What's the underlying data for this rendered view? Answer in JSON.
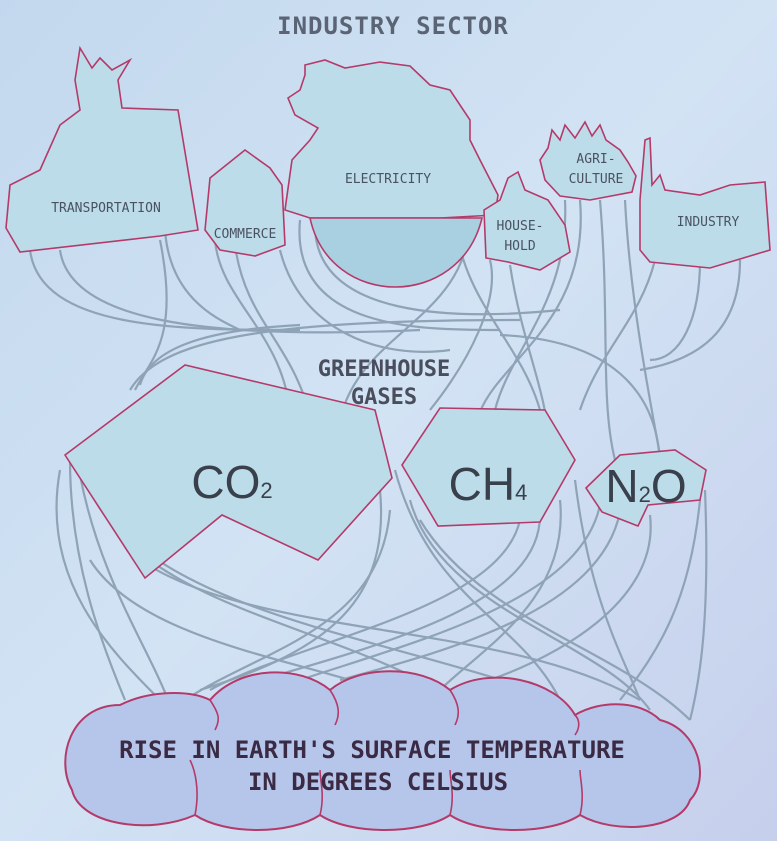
{
  "title": "INDUSTRY SECTOR",
  "sources": [
    {
      "id": "transportation",
      "label": "TRANSPORTATION"
    },
    {
      "id": "commerce",
      "label": "COMMERCE"
    },
    {
      "id": "electricity",
      "label": "ELECTRICITY"
    },
    {
      "id": "household",
      "line1": "HOUSE-",
      "line2": "HOLD"
    },
    {
      "id": "agriculture",
      "line1": "AGRI-",
      "line2": "CULTURE"
    },
    {
      "id": "industry",
      "label": "INDUSTRY"
    }
  ],
  "gases": {
    "heading_line1": "GREENHOUSE",
    "heading_line2": "GASES",
    "co2": {
      "base": "CO",
      "sub": "2"
    },
    "ch4": {
      "base": "CH",
      "sub": "4"
    },
    "n2o": {
      "base1": "N",
      "sub": "2",
      "base2": "O"
    }
  },
  "outcome": {
    "line1": "RISE IN EARTH'S SURFACE TEMPERATURE",
    "line2": "IN DEGREES CELSIUS"
  }
}
